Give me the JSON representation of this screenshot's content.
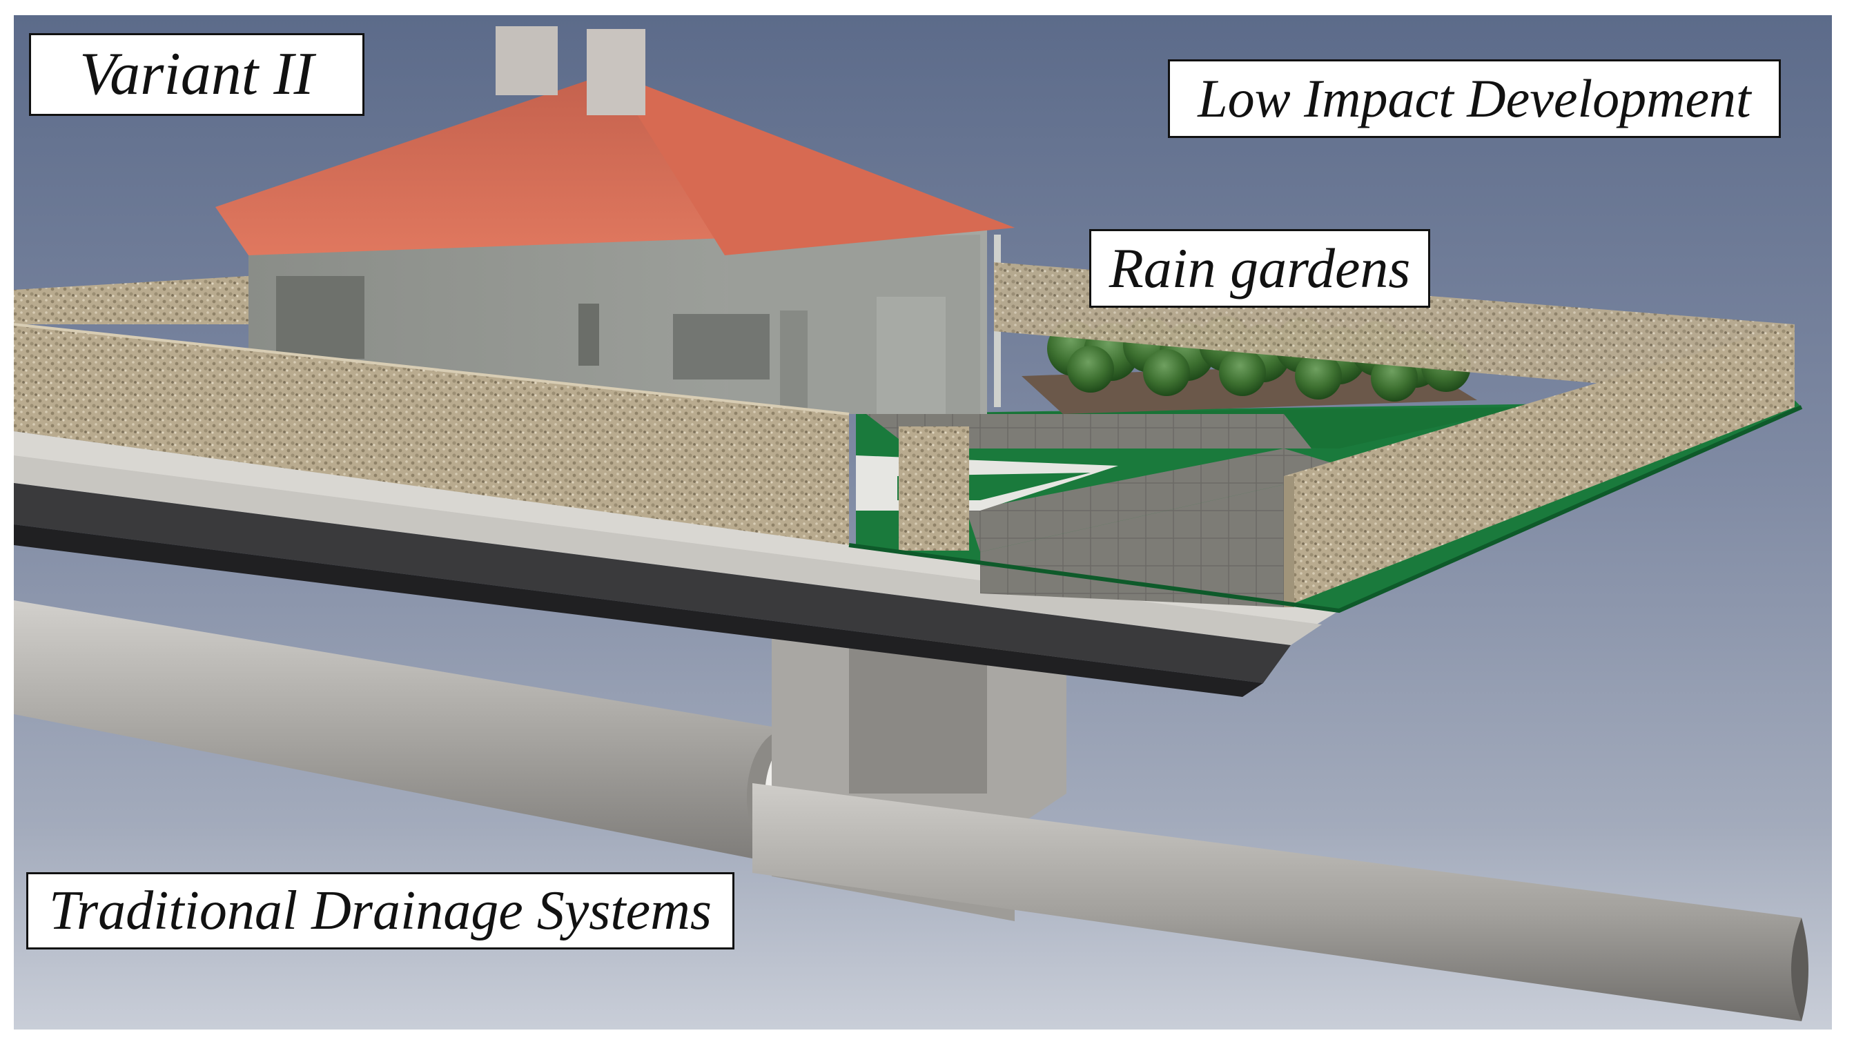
{
  "labels": {
    "variant": "Variant  II",
    "low_impact_development": "Low Impact Development",
    "rain_gardens": "Rain gardens",
    "traditional_drainage": "Traditional Drainage Systems"
  }
}
